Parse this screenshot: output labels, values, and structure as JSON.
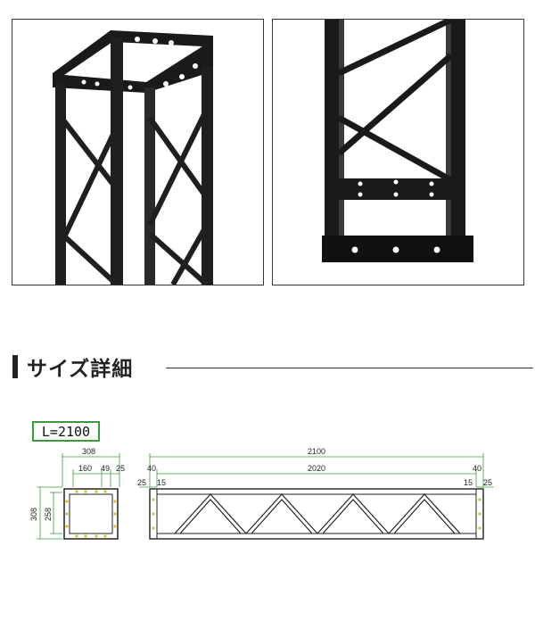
{
  "section": {
    "title": "サイズ詳細"
  },
  "drawing": {
    "length_label": "L=2100",
    "cross_section": {
      "width_outer": "308",
      "inner_1": "160",
      "inner_2": "49",
      "inner_3": "25",
      "height_outer": "308",
      "height_inner": "258"
    },
    "side_view": {
      "total_length": "2100",
      "inner_length": "2020",
      "end_left": "40",
      "end_right": "40",
      "edge_left_outer": "25",
      "edge_left_inner": "15",
      "edge_right_inner": "15",
      "edge_right_outer": "25"
    }
  },
  "colors": {
    "dimension_line": "#3a9b3a",
    "bolt_hole": "#e0c020",
    "frame": "#222222"
  }
}
